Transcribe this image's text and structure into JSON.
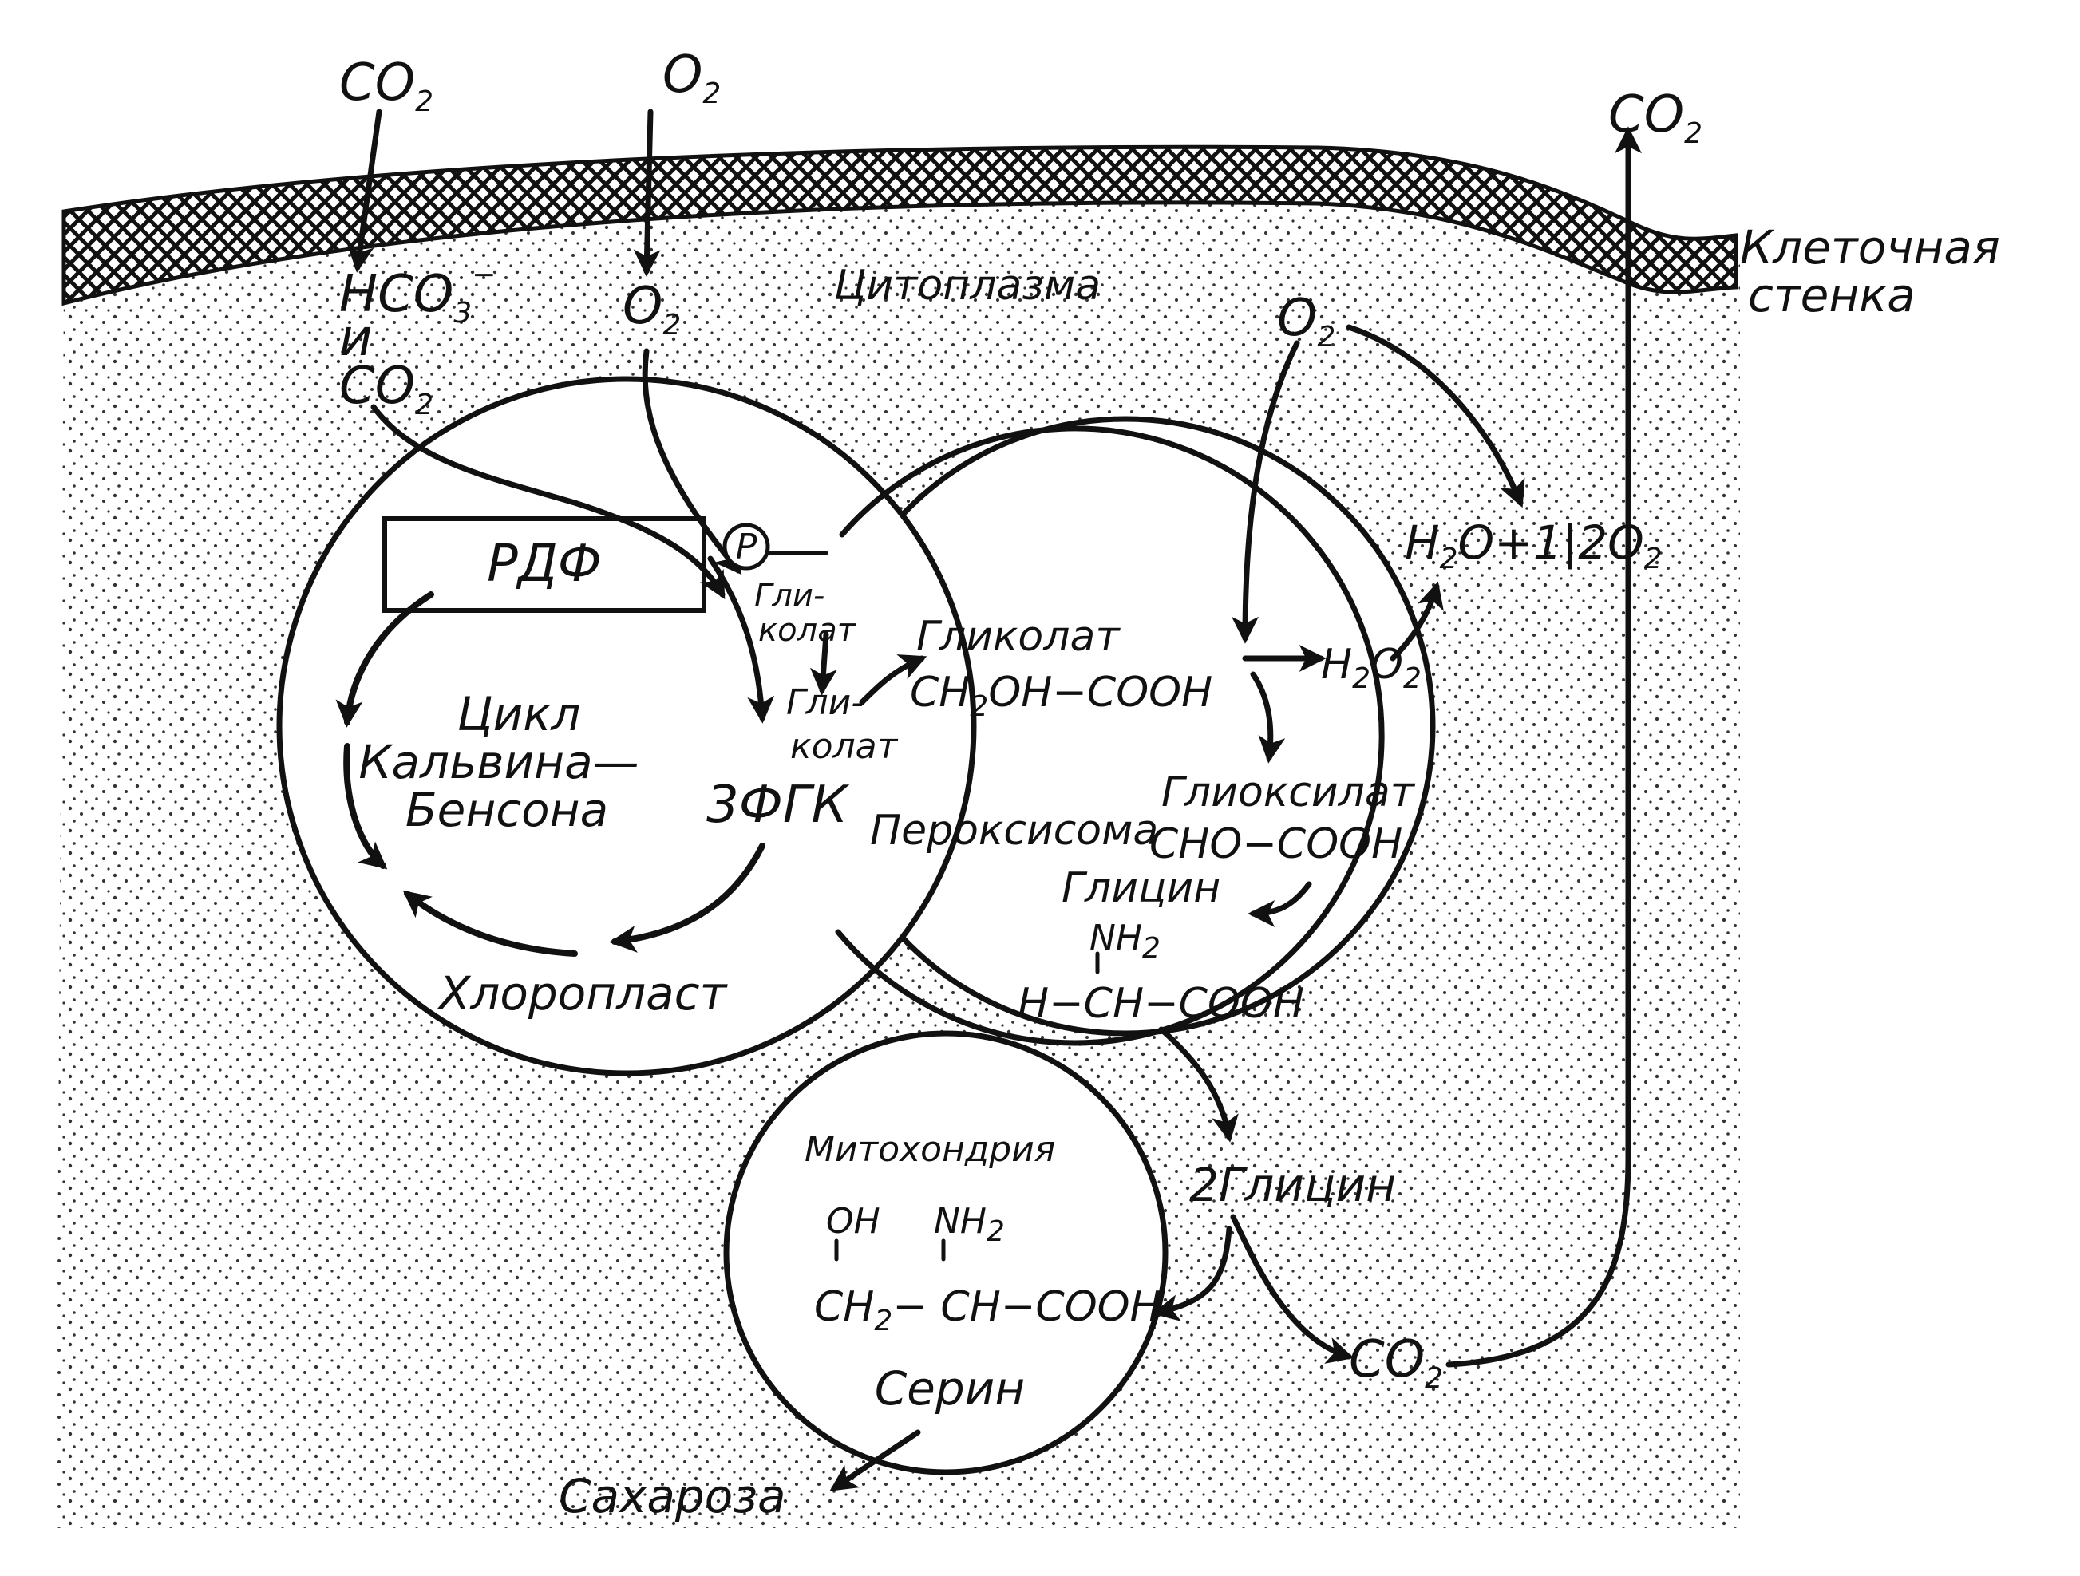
{
  "labels": {
    "co2_top_left": {
      "main": "CO",
      "sub": "2"
    },
    "o2_top": {
      "main": "O",
      "sub": "2"
    },
    "co2_top_right": {
      "main": "CO",
      "sub": "2"
    },
    "cell_wall": {
      "line1": "Клеточная",
      "line2": "стенка"
    },
    "hco3": {
      "main": "HCO",
      "sub": "3",
      "sup": "−"
    },
    "and": "и",
    "co2_inner": {
      "main": "CO",
      "sub": "2"
    },
    "o2_inner": {
      "main": "O",
      "sub": "2"
    },
    "cytoplasm": "Цитоплазма",
    "o2_right": {
      "main": "O",
      "sub": "2"
    },
    "rdf": "РДФ",
    "phosphate": "P",
    "glycolate_hyph_1": {
      "line1": "Гли-",
      "line2": "колат"
    },
    "glycolate_hyph_2": {
      "line1": "Гли-",
      "line2": "колат"
    },
    "glycolate": "Гликолат",
    "glycolate_formula": {
      "p1": "CH",
      "sub": "2",
      "p2": "OH−COOH"
    },
    "calvin_cycle": {
      "line1": "Цикл",
      "line2": "Кальвина—",
      "line3": "Бенсона"
    },
    "pga": "3ФГК",
    "chloroplast": "Хлоропласт",
    "peroxisome": "Пероксисома",
    "water_oxygen": {
      "h": "H",
      "sub1": "2",
      "mid": "O+1|2O",
      "sub2": "2"
    },
    "h2o2": {
      "h": "H",
      "sub1": "2",
      "o": "O",
      "sub2": "2"
    },
    "glyoxylate": "Глиоксилат",
    "glyoxylate_formula": "CHO−COOH",
    "glycine": "Глицин",
    "glycine_nh2": {
      "main": "NH",
      "sub": "2"
    },
    "glycine_formula": "H−CH−COOH",
    "mitochondrion": "Митохондрия",
    "serine_oh": "OH",
    "serine_nh2": {
      "main": "NH",
      "sub": "2"
    },
    "serine_formula": {
      "p1": "CH",
      "sub": "2",
      "p2": "− CH−COOH"
    },
    "serine": "Серин",
    "two_glycine": "2Глицин",
    "co2_bottom": {
      "main": "CO",
      "sub": "2"
    },
    "sucrose": "Сахароза"
  },
  "colors": {
    "ink": "#111111",
    "background": "#ffffff"
  }
}
